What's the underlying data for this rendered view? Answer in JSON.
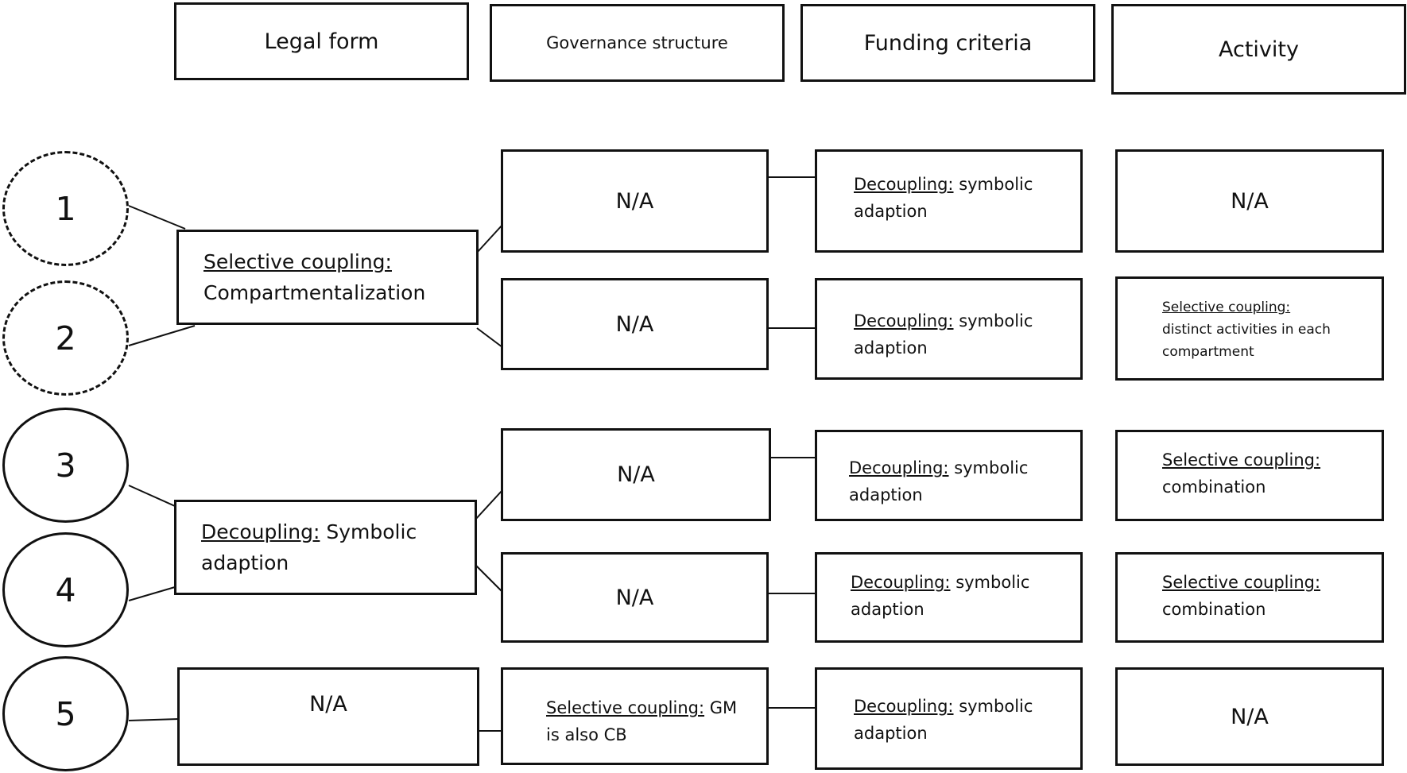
{
  "headers": {
    "legal_form": "Legal form",
    "governance": "Governance structure",
    "funding": "Funding criteria",
    "activity": "Activity"
  },
  "cases": [
    "1",
    "2",
    "3",
    "4",
    "5"
  ],
  "legal": {
    "a": {
      "label": "Selective coupling:",
      "text": "Compartmentalization"
    },
    "b": {
      "label": "Decoupling:",
      "text": " Symbolic",
      "text2": "adaption"
    },
    "c": {
      "text": "N/A"
    }
  },
  "governance": {
    "r1": "N/A",
    "r2": "N/A",
    "r3": "N/A",
    "r4": "N/A",
    "r5": {
      "label": "Selective coupling:",
      "text": " GM",
      "text2": "is also CB"
    }
  },
  "funding": {
    "r1": {
      "label": "Decoupling:",
      "text": " symbolic",
      "text2": "adaption"
    },
    "r2": {
      "label": "Decoupling:",
      "text": " symbolic",
      "text2": "adaption"
    },
    "r3": {
      "label": "Decoupling:",
      "text": " symbolic",
      "text2": "adaption"
    },
    "r4": {
      "label": "Decoupling:",
      "text": " symbolic",
      "text2": "adaption"
    },
    "r5": {
      "label": "Decoupling:",
      "text": " symbolic",
      "text2": "adaption"
    }
  },
  "activity": {
    "r1": "N/A",
    "r2": {
      "label": "Selective coupling:",
      "text": "distinct activities in each",
      "text2": "compartment"
    },
    "r3": {
      "label": "Selective coupling:",
      "text": "combination"
    },
    "r4": {
      "label": "Selective coupling:",
      "text": "combination"
    },
    "r5": "N/A"
  }
}
